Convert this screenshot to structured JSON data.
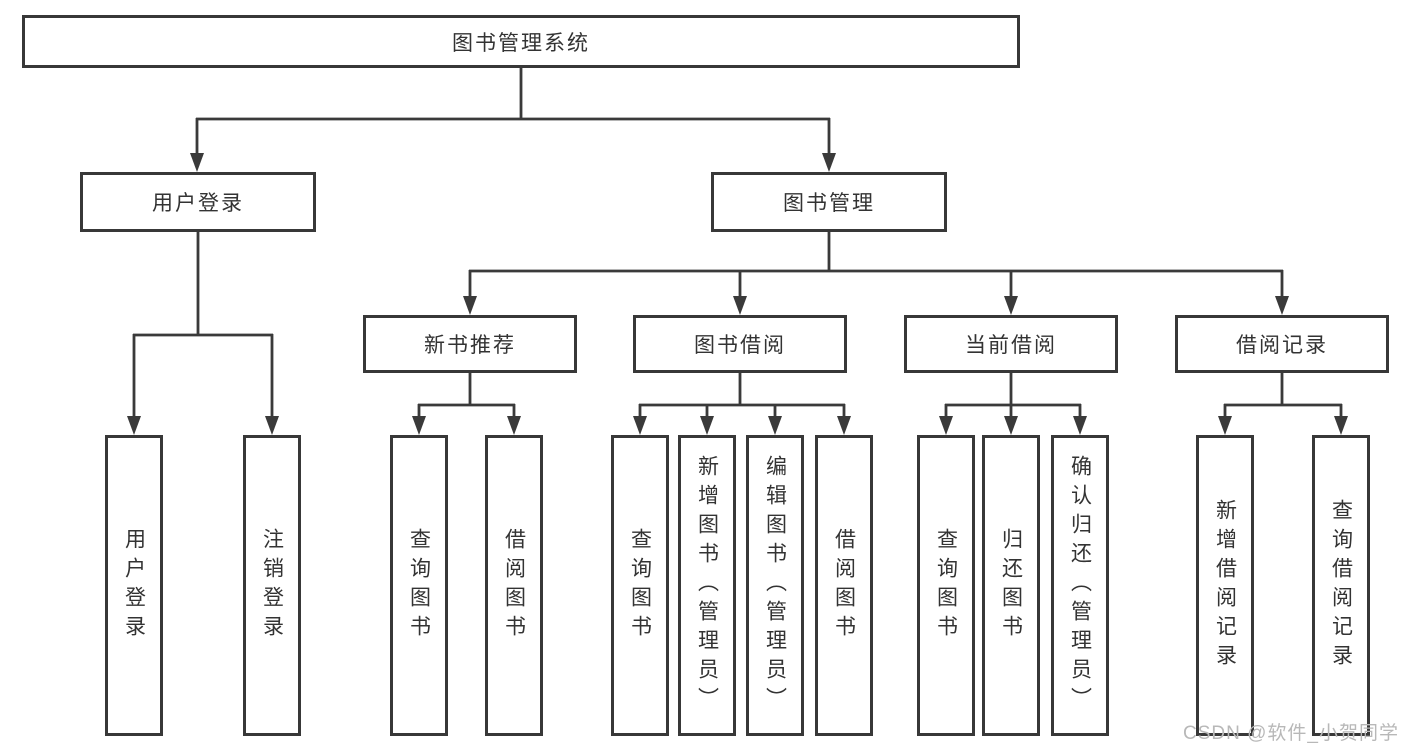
{
  "nodes": {
    "root": "图书管理系统",
    "user_login": "用户登录",
    "book_management": "图书管理",
    "new_book_recommend": "新书推荐",
    "book_borrow": "图书借阅",
    "current_borrow": "当前借阅",
    "borrow_records": "借阅记录",
    "user_login_children": [
      "用户登录",
      "注销登录"
    ],
    "new_book_recommend_children": [
      "查询图书",
      "借阅图书"
    ],
    "book_borrow_children": [
      "查询图书",
      "新增图书（管理员）",
      "编辑图书（管理员）",
      "借阅图书"
    ],
    "current_borrow_children": [
      "查询图书",
      "归还图书",
      "确认归还（管理员）"
    ],
    "borrow_records_children": [
      "新增借阅记录",
      "查询借阅记录"
    ]
  },
  "watermark": "CSDN @软件_小贺同学",
  "colors": {
    "line": "#3a3a3a",
    "box_border": "#383838",
    "text": "#333333",
    "background": "#ffffff",
    "watermark": "#b8b8b8"
  }
}
